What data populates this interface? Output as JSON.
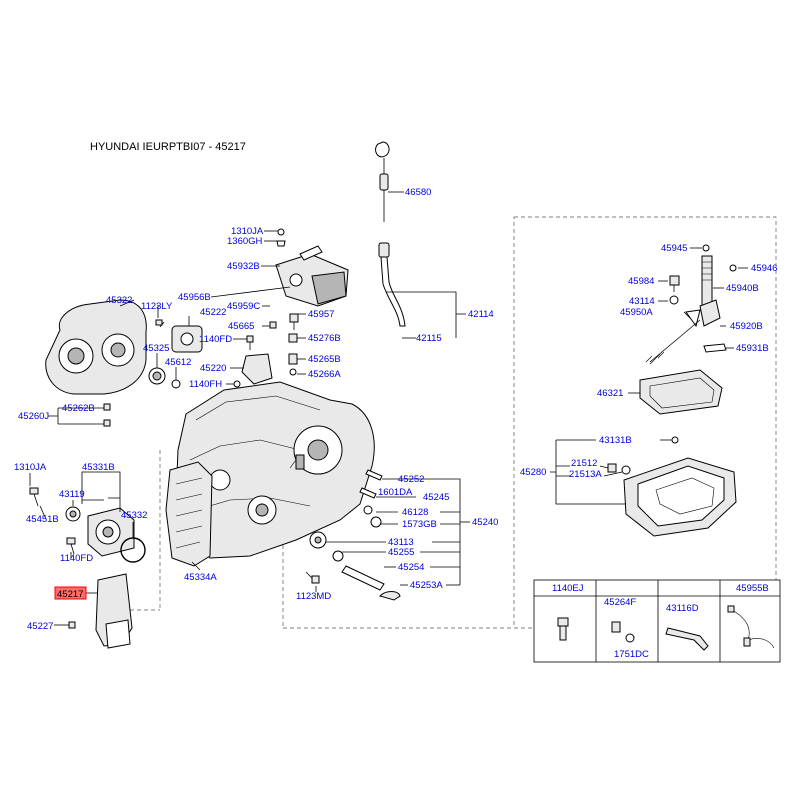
{
  "title": "HYUNDAI IEURPTBI07 - 45217",
  "highlight": {
    "label": "45217"
  },
  "table": {
    "headers": [
      "1140EJ",
      "45264F",
      "43116D",
      "45955B"
    ],
    "extra": "1751DC"
  },
  "labels": [
    "46580",
    "42114",
    "42115",
    "1310JA",
    "1360GH",
    "45932B",
    "45956B",
    "45959C",
    "45957",
    "45276B",
    "45265B",
    "45266A",
    "45665",
    "45322",
    "1123LY",
    "45222",
    "1140FD",
    "45325",
    "45612",
    "45220",
    "1140FH",
    "45260J",
    "45262B",
    "1310JA",
    "45331B",
    "43119",
    "45332",
    "45451B",
    "1140FD",
    "45334A",
    "45227",
    "45252",
    "1601DA",
    "45245",
    "46128",
    "1573GB",
    "45240",
    "43113",
    "45255",
    "45254",
    "45253A",
    "1123MD",
    "45945",
    "45946",
    "45984",
    "45940B",
    "43114",
    "45950A",
    "45920B",
    "45931B",
    "46321",
    "43131B",
    "45280",
    "21512",
    "21513A"
  ],
  "colors": {
    "label": "#0000e0",
    "highlight_fill": "#ff6b6b",
    "highlight_border": "#ff0000"
  }
}
